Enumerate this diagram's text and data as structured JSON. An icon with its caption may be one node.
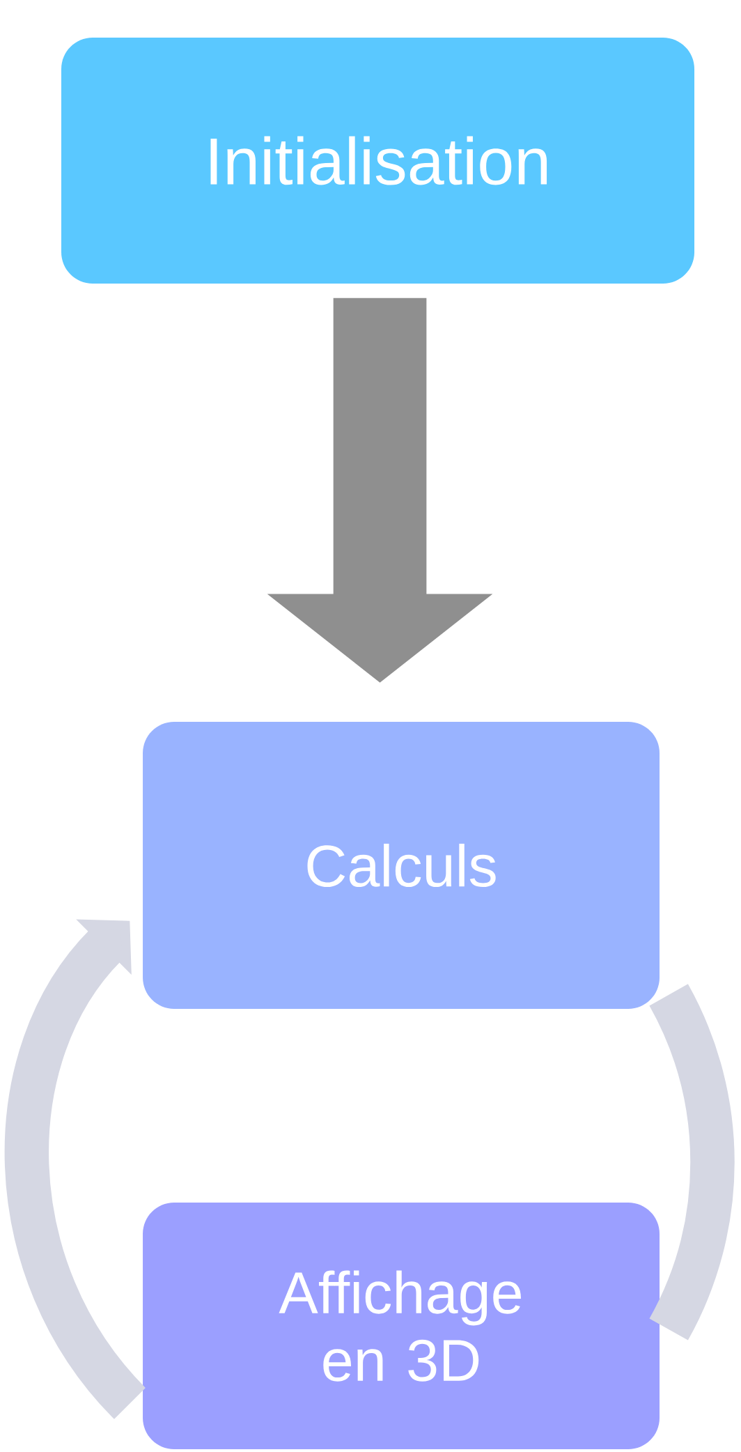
{
  "diagram": {
    "nodes": [
      {
        "text": [
          "Initialisation"
        ]
      },
      {
        "text": [
          "Calculs"
        ]
      },
      {
        "text": [
          "Affichage en 3D"
        ]
      }
    ],
    "edges": [
      {
        "from": 0,
        "to": 1,
        "arrow": "to",
        "style": "thick",
        "color": "#8f8f8f"
      },
      {
        "from": 2,
        "to": 1,
        "arrow": "to"
      },
      {
        "from": 1,
        "to": 2,
        "arrow": "none"
      }
    ]
  }
}
